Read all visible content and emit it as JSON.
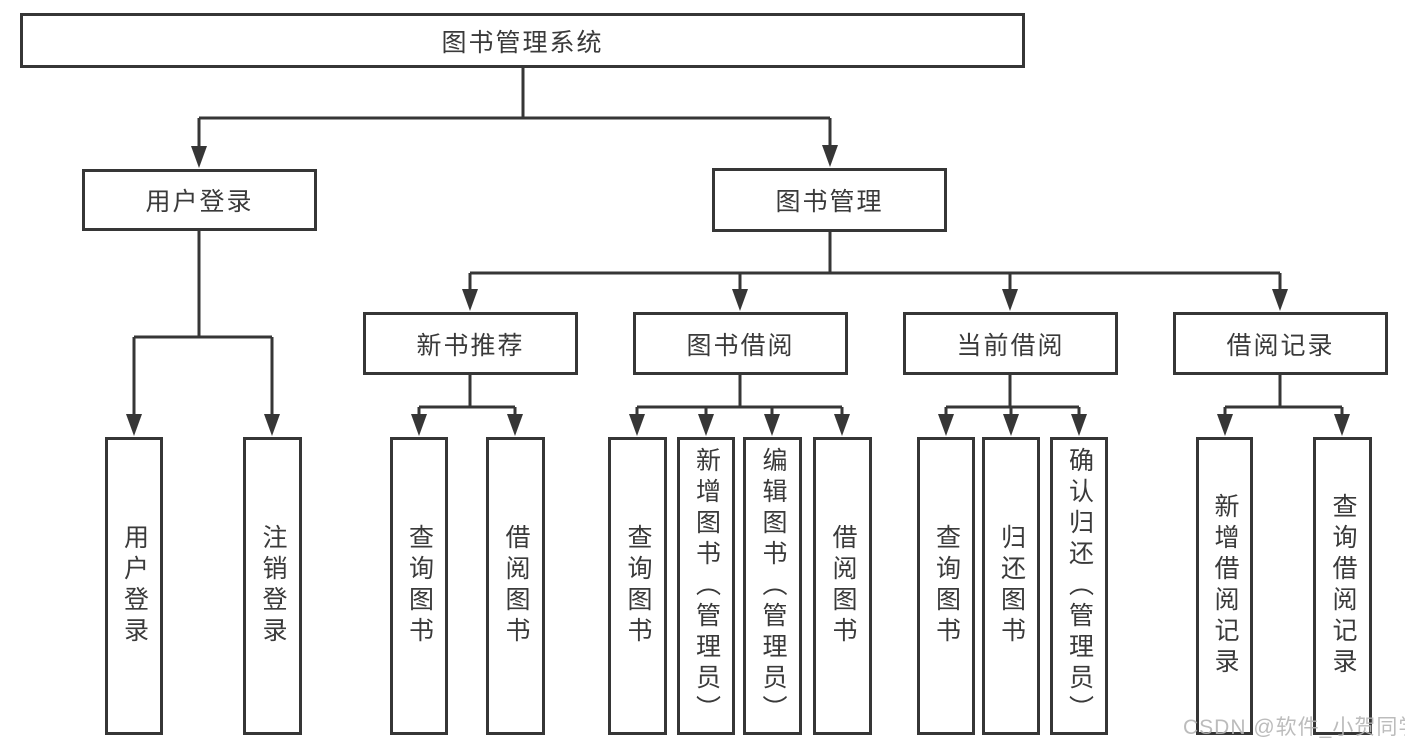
{
  "root_label": "图书管理系统",
  "branches": [
    {
      "label": "用户登录",
      "children": [
        "用户登录",
        "注销登录"
      ]
    },
    {
      "label": "图书管理",
      "groups": [
        {
          "label": "新书推荐",
          "children": [
            "查询图书",
            "借阅图书"
          ]
        },
        {
          "label": "图书借阅",
          "children": [
            "查询图书",
            "新增图书（管理员）",
            "编辑图书（管理员）",
            "借阅图书"
          ]
        },
        {
          "label": "当前借阅",
          "children": [
            "查询图书",
            "归还图书",
            "确认归还（管理员）"
          ]
        },
        {
          "label": "借阅记录",
          "children": [
            "新增借阅记录",
            "查询借阅记录"
          ]
        }
      ]
    }
  ],
  "watermark": "CSDN @软件_小贺同学",
  "colors": {
    "line": "#363636",
    "text": "#3a3a3a",
    "watermark": "#b5b5b5",
    "background": "#ffffff"
  }
}
